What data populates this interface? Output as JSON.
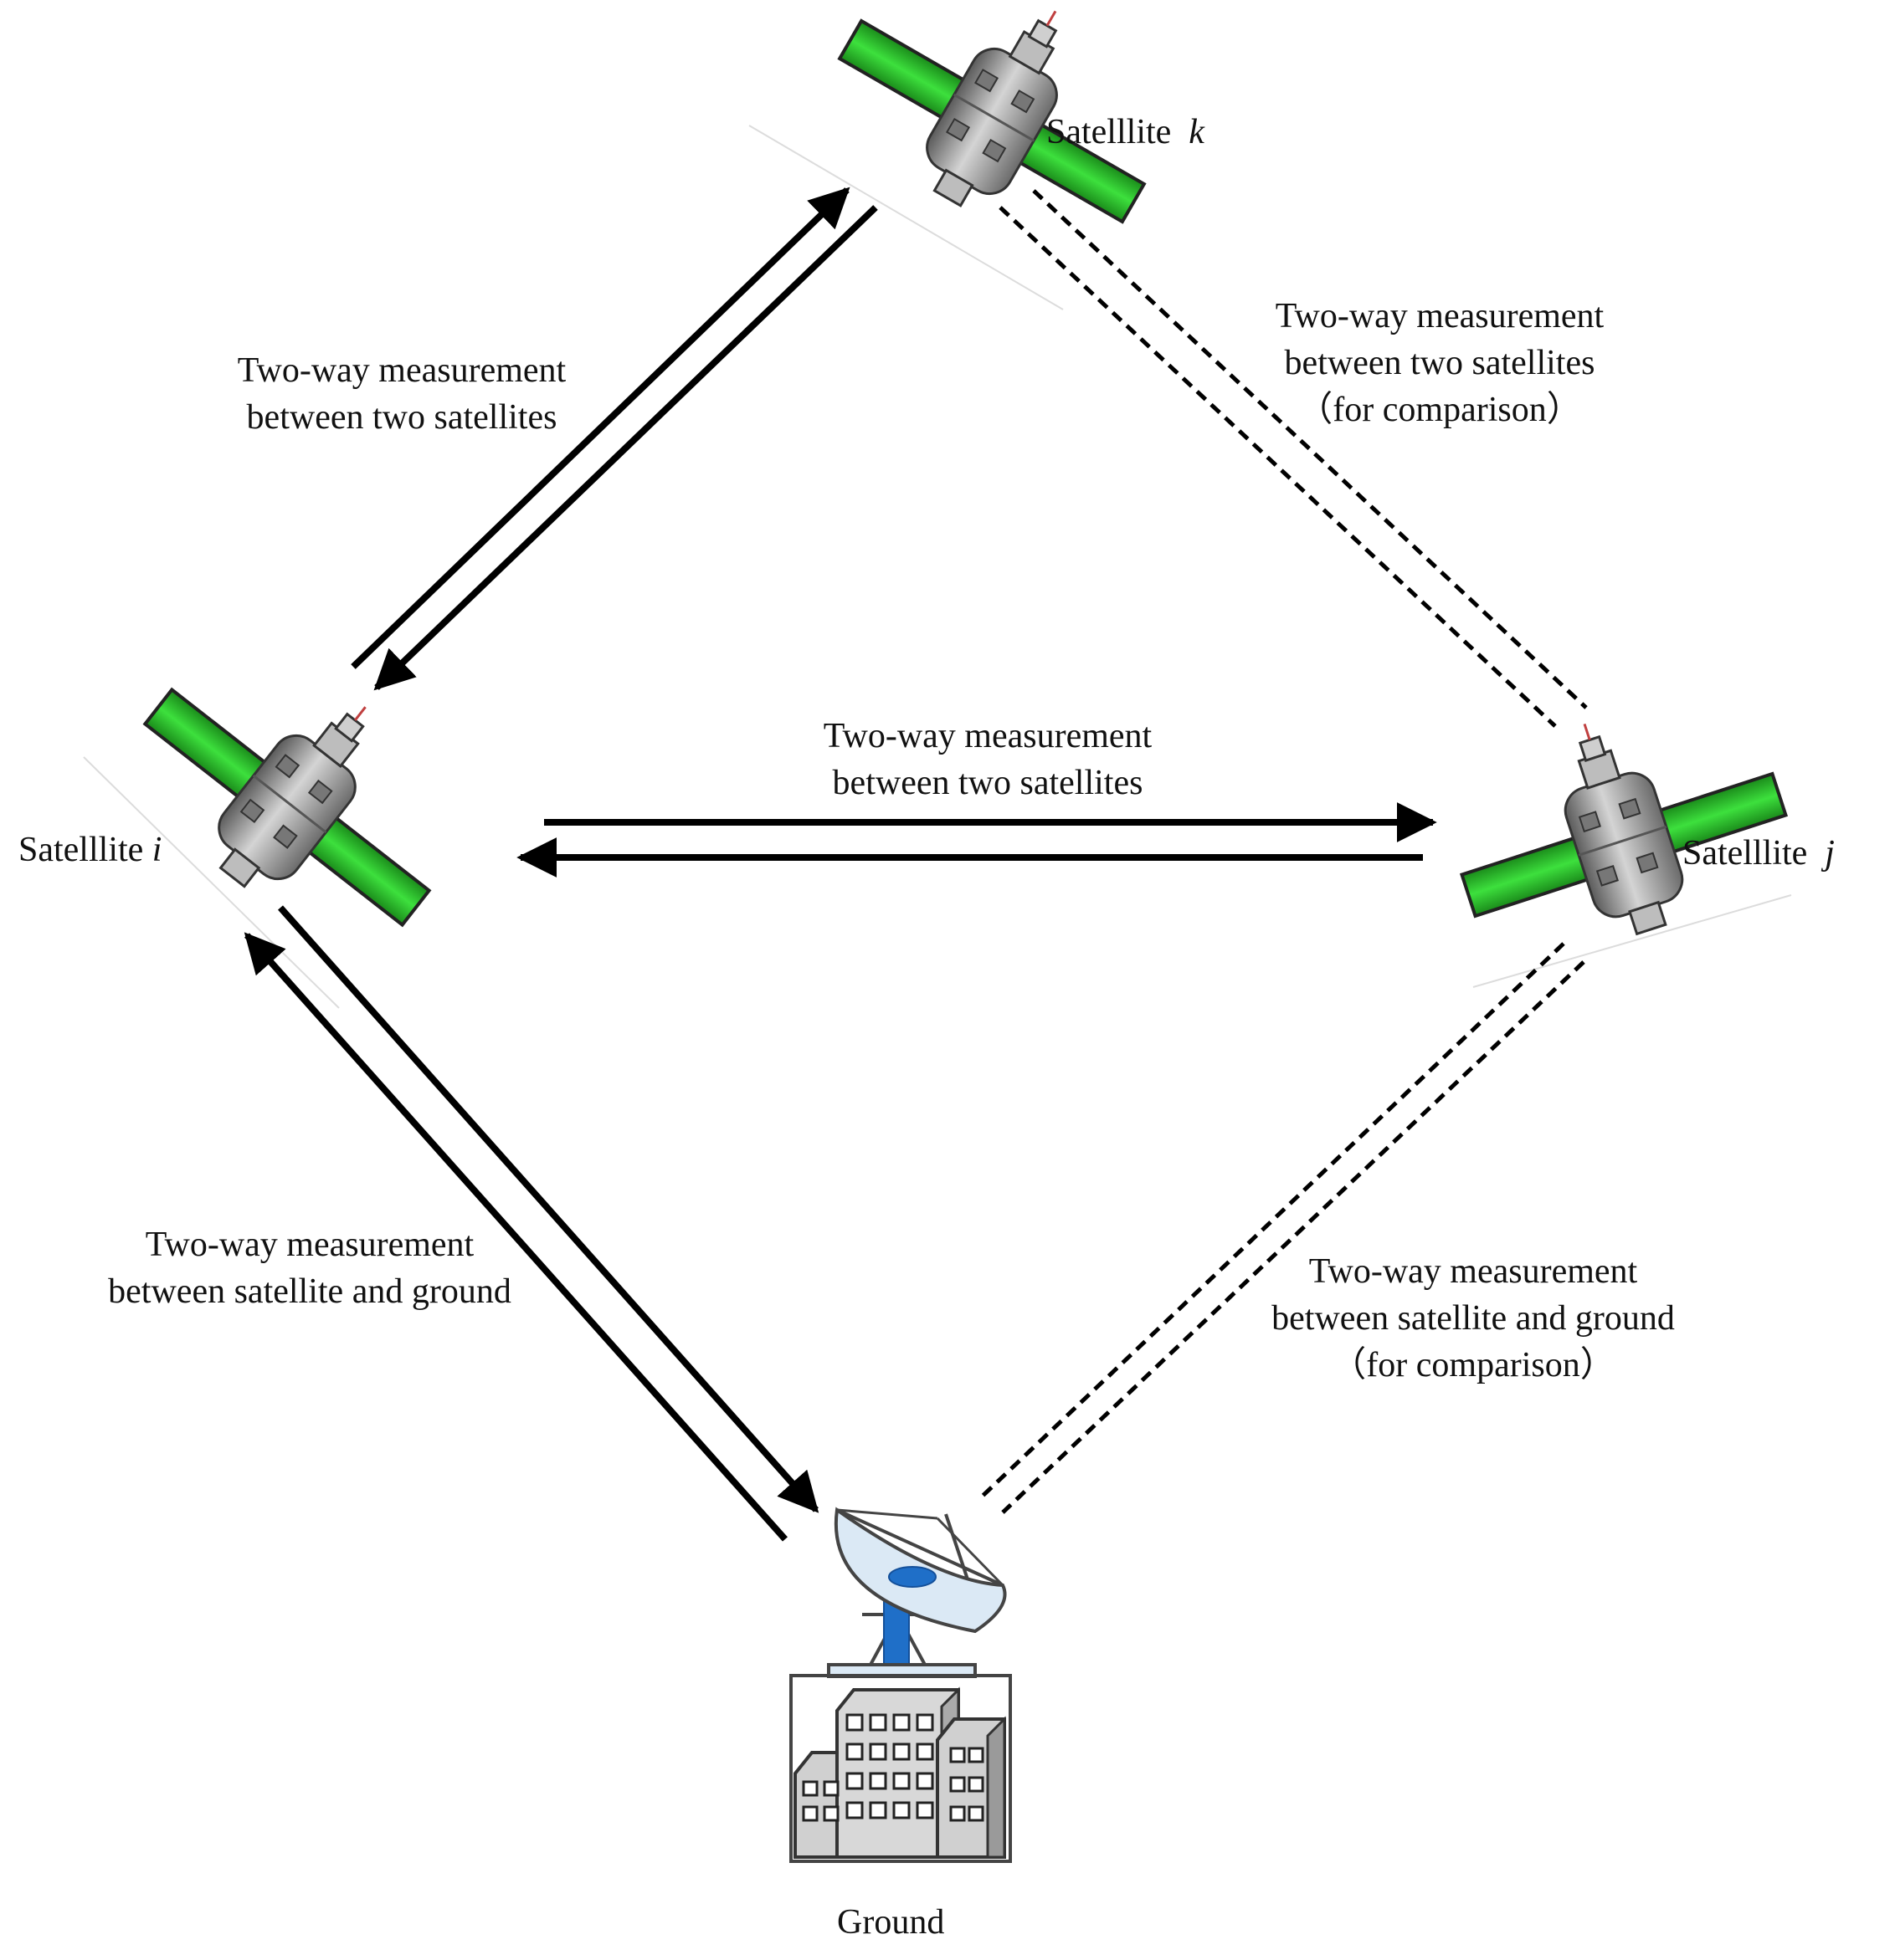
{
  "nodes": {
    "satellite_k": {
      "name": "Satelllite",
      "id": "k"
    },
    "satellite_i": {
      "name": "Satelllite",
      "id": "i"
    },
    "satellite_j": {
      "name": "Satelllite",
      "id": "j"
    },
    "ground": {
      "name": "Ground"
    }
  },
  "links": {
    "i_k": {
      "line1": "Two-way measurement",
      "line2": "between two satellites"
    },
    "i_j": {
      "line1": "Two-way measurement",
      "line2": "between two satellites"
    },
    "k_j": {
      "line1": "Two-way measurement",
      "line2": "between two satellites",
      "line3": "（for comparison）"
    },
    "i_ground": {
      "line1": "Two-way measurement",
      "line2": "between satellite and ground"
    },
    "j_ground": {
      "line1": "Two-way measurement",
      "line2": "between satellite and ground",
      "line3": "（for comparison）"
    }
  },
  "colors": {
    "solar_panel": "#1fc01f",
    "satellite_body": "#9a9a9a",
    "dish": "#dbe9f5",
    "mast": "#1f6fc8",
    "building": "#d8d8d8",
    "arrow": "#000000"
  }
}
